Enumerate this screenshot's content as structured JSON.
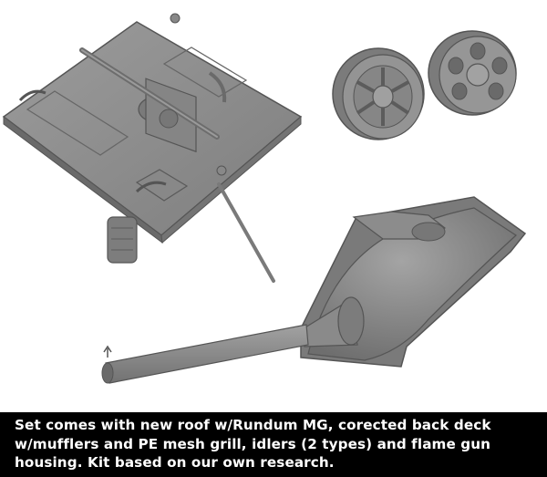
{
  "caption": {
    "line1": "Set comes with new roof w/Rundum MG, corected back deck",
    "line2": "w/mufflers and PE mesh grill, idlers (2 types) and flame gun",
    "line3": "housing. Kit based on our own research."
  },
  "colors": {
    "background": "#ffffff",
    "caption_bg": "#000000",
    "caption_text": "#ffffff",
    "part_gray": "#8a8a8a"
  }
}
